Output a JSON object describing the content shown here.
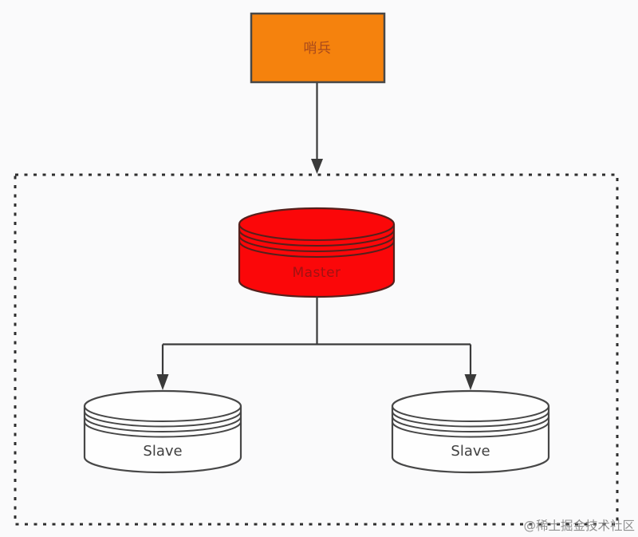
{
  "diagram": {
    "sentinel": {
      "label": "哨兵"
    },
    "master": {
      "label": "Master"
    },
    "slave_left": {
      "label": "Slave"
    },
    "slave_right": {
      "label": "Slave"
    },
    "watermark": {
      "text": "@稀土掘金技术社区"
    }
  },
  "colors": {
    "background": "#fafafb",
    "sentinel_fill": "#f5820d",
    "sentinel_text": "#a8491c",
    "master_fill": "#fb0709",
    "master_stroke": "#55201c",
    "master_text": "#a01212",
    "slave_fill": "#fefefe",
    "node_stroke": "#474747",
    "label_color": "#404040",
    "line_color": "#3a3a3a",
    "dotted_border_color": "#2e2e2e",
    "watermark_color": "#7d7d7d"
  }
}
